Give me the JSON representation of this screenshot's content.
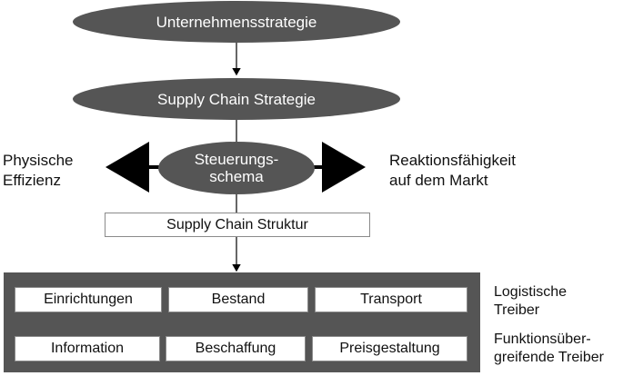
{
  "strategy": {
    "corporate": "Unternehmensstrategie",
    "supply_chain": "Supply Chain Strategie"
  },
  "control": {
    "label_line1": "Steuerungs-",
    "label_line2": "schema"
  },
  "left_label": {
    "line1": "Physische",
    "line2": "Effizienz"
  },
  "right_label": {
    "line1": "Reaktionsfähigkeit",
    "line2": "auf dem Markt"
  },
  "structure": {
    "label": "Supply Chain Struktur"
  },
  "logistic_drivers": {
    "caption_line1": "Logistische",
    "caption_line2": "Treiber",
    "items": [
      "Einrichtungen",
      "Bestand",
      "Transport"
    ]
  },
  "crossfunctional_drivers": {
    "caption_line1": "Funktionsüber-",
    "caption_line2": "greifende Treiber",
    "items": [
      "Information",
      "Beschaffung",
      "Preisgestaltung"
    ]
  },
  "colors": {
    "fill": "#555555",
    "box_border": "#8a8a8a",
    "arrow": "#000000"
  }
}
